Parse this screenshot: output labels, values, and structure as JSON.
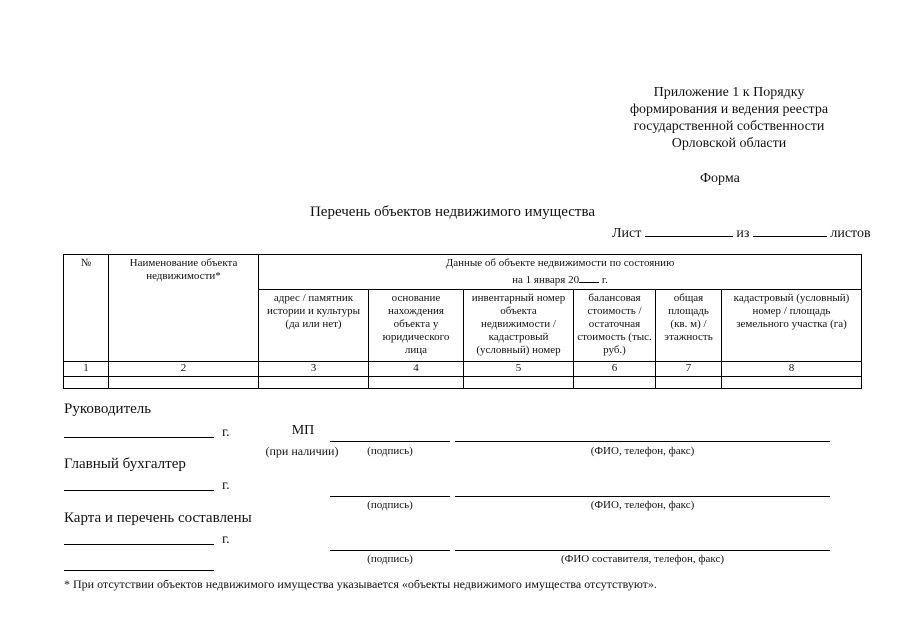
{
  "page": {
    "appendix_lines": [
      "Приложение 1 к Порядку",
      "формирования и ведения реестра",
      "государственной собственности",
      "Орловской области"
    ],
    "form_label": "Форма",
    "title": "Перечень объектов недвижимого имущества",
    "sheet_counter": {
      "sheet": "Лист",
      "of": "из",
      "sheets": "листов"
    }
  },
  "table": {
    "col_no": "№",
    "col_name": "Наименование объекта недвижимости*",
    "data_header": {
      "line1": "Данные об объекте недвижимости по состоянию",
      "line2_prefix": "на 1 января 20",
      "line2_suffix": "г."
    },
    "subheaders": [
      "адрес / памятник истории и культуры (да или  нет)",
      "основание нахождения объекта у юридического лица",
      "инвентарный номер объекта недвижимости / кадастровый (условный) номер",
      "балансовая стоимость / остаточная стоимость (тыс. руб.)",
      "общая площадь (кв. м) / этажность",
      "кадастровый (условный) номер / площадь земельного участка (га)"
    ],
    "column_numbers": [
      "1",
      "2",
      "3",
      "4",
      "5",
      "6",
      "7",
      "8"
    ]
  },
  "signatures": {
    "director": {
      "role": "Руководитель",
      "year_suffix": "г.",
      "stamp": "МП",
      "stamp_note": "(при наличии)",
      "sign_label": "(подпись)",
      "contact_label": "(ФИО, телефон, факс)"
    },
    "accountant": {
      "role": "Главный бухгалтер",
      "year_suffix": "г.",
      "sign_label": "(подпись)",
      "contact_label": "(ФИО, телефон, факс)"
    },
    "compiler": {
      "role": "Карта и перечень составлены",
      "year_suffix": "г.",
      "sign_label": "(подпись)",
      "contact_label": "(ФИО составителя, телефон, факс)"
    }
  },
  "footnote": "* При отсутствии объектов недвижимого имущества указывается «объекты недвижимого имущества отсутствуют»."
}
